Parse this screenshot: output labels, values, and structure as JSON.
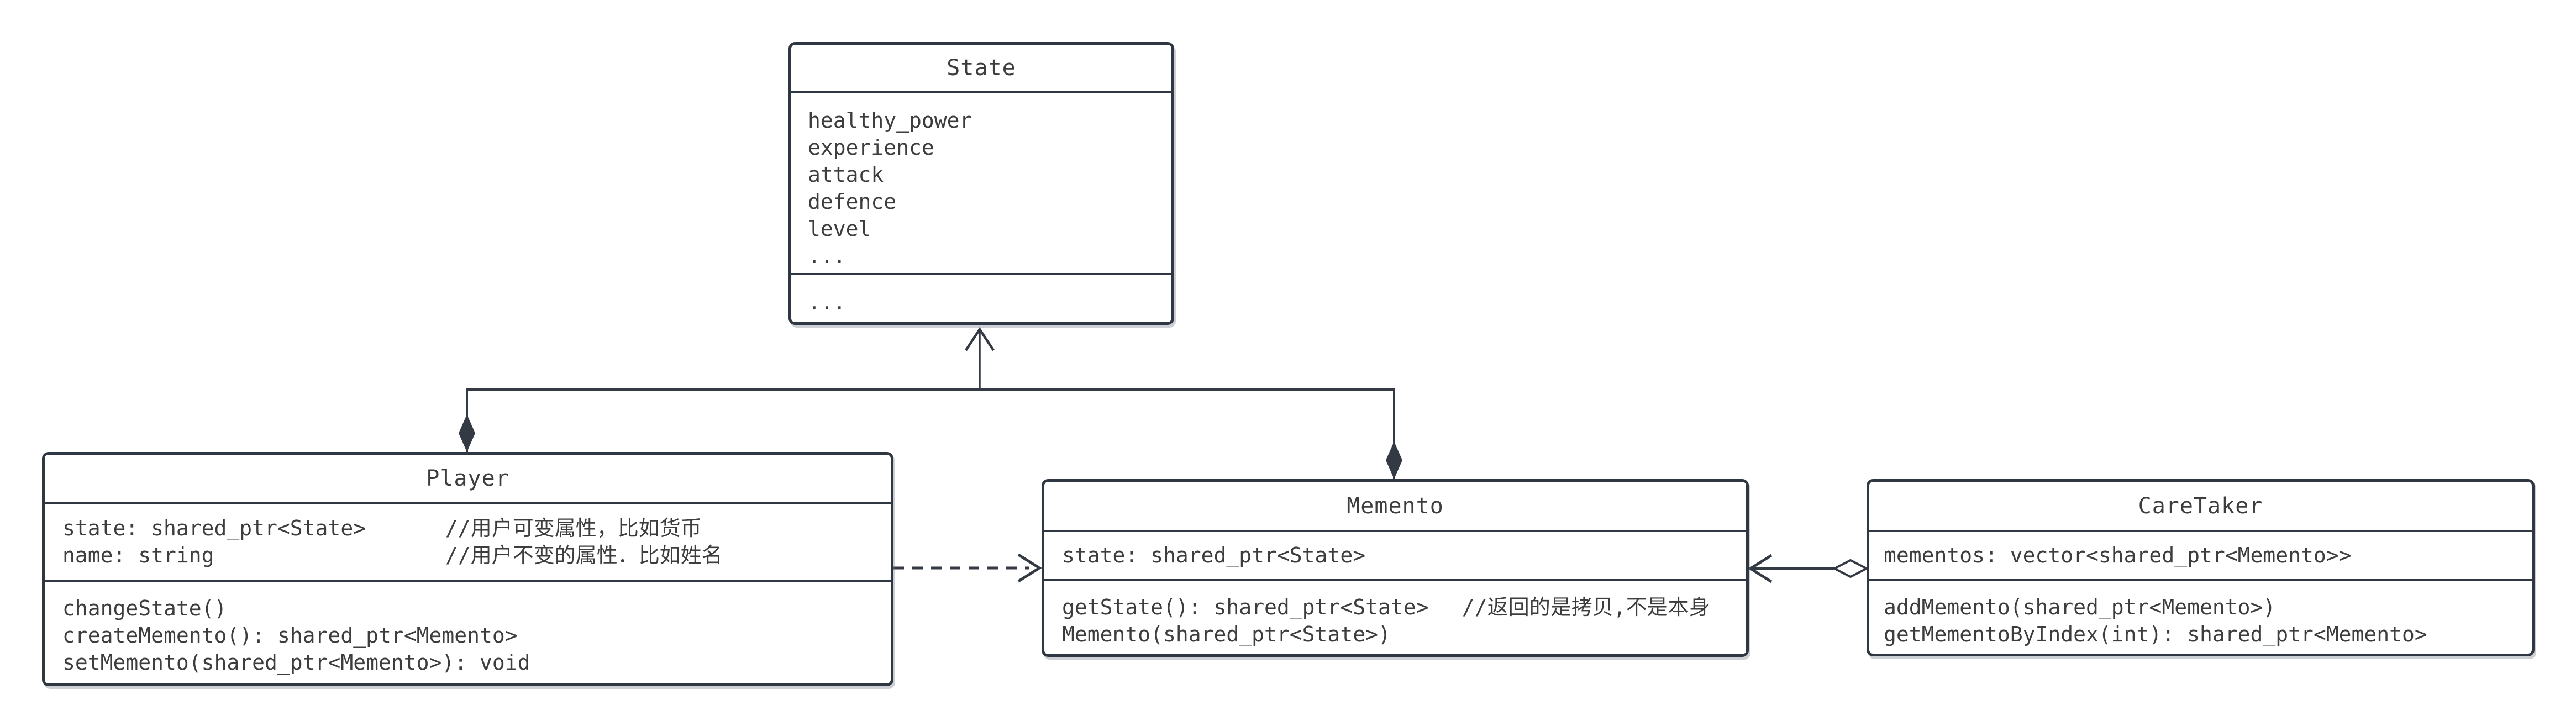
{
  "colors": {
    "background": "#ffffff",
    "border": "#2f3742",
    "text": "#3d3d3d",
    "line": "#343a43"
  },
  "classes": [
    {
      "name": "State",
      "attributes": [
        "healthy_power",
        "experience",
        "attack",
        "defence",
        "level",
        "..."
      ],
      "extra": "..."
    },
    {
      "name": "Player",
      "attributes": [
        {
          "code": "state: shared_ptr<State>",
          "comment": "//用户可变属性，比如货币"
        },
        {
          "code": "name: string",
          "comment": "//用户不变的属性．比如姓名"
        }
      ],
      "methods": [
        "changeState()",
        "createMemento(): shared_ptr<Memento>",
        "setMemento(shared_ptr<Memento>): void"
      ]
    },
    {
      "name": "Memento",
      "attributes": [
        "state: shared_ptr<State>"
      ],
      "methods": [
        {
          "code": "getState(): shared_ptr<State>",
          "comment": "//返回的是拷贝,不是本身"
        },
        {
          "code": "Memento(shared_ptr<State>)",
          "comment": ""
        }
      ]
    },
    {
      "name": "CareTaker",
      "attributes": [
        "mementos: vector<shared_ptr<Memento>>"
      ],
      "methods": [
        "addMemento(shared_ptr<Memento>)",
        "getMementoByIndex(int): shared_ptr<Memento>"
      ]
    }
  ],
  "relations": [
    {
      "from": "Player",
      "to": "State",
      "type": "composition"
    },
    {
      "from": "Memento",
      "to": "State",
      "type": "composition"
    },
    {
      "from": "Player",
      "to": "Memento",
      "type": "dashed-dependency-arrow"
    },
    {
      "from": "CareTaker",
      "to": "Memento",
      "type": "aggregation-arrow"
    }
  ]
}
